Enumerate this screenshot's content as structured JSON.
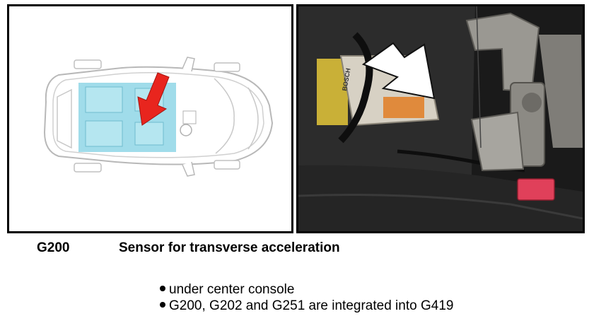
{
  "caption": {
    "code": "G200",
    "title": "Sensor for transverse acceleration"
  },
  "bullets": [
    "under center console",
    "G200, G202 and G251 are integrated into G419"
  ],
  "photo_label": "BOSCH",
  "colors": {
    "arrow_red": "#e8251e",
    "cabin_highlight": "#8fd6e6",
    "connector_pink": "#e0405a",
    "photo_bg": "#1a1a1a"
  }
}
